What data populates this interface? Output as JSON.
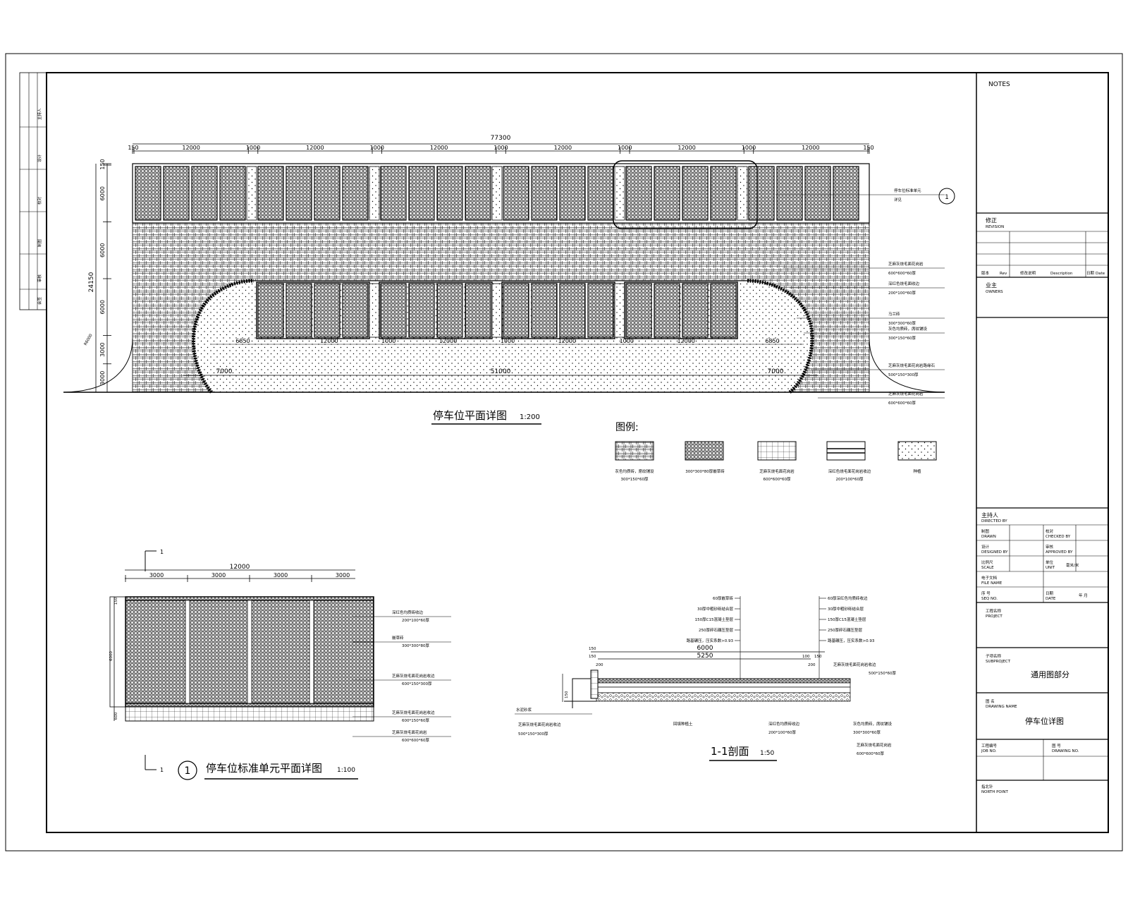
{
  "notes_label": "NOTES",
  "main_plan": {
    "title": "停车位平面详图",
    "scale": "1:200",
    "total_width": "77300",
    "top_dims": [
      "150",
      "12000",
      "1000",
      "12000",
      "1000",
      "12000",
      "1000",
      "12000",
      "1000",
      "12000",
      "1000",
      "12000",
      "150"
    ],
    "height_total": "24150",
    "height_dims": [
      "150",
      "6000",
      "6000",
      "6000",
      "3000",
      "3000"
    ],
    "bottom_dims": [
      "7000",
      "51000",
      "7000"
    ],
    "inner_dims": [
      "6850",
      "12000",
      "1000",
      "12000",
      "1000",
      "12000",
      "1000",
      "12000",
      "6850"
    ],
    "radius_label": "R6000"
  },
  "callouts": [
    {
      "main": "停车位标准单元",
      "sub": "详见",
      "ref": "1"
    },
    {
      "main": "芝麻灰烧毛面花岗岩",
      "sub": "600*600*60厚"
    },
    {
      "main": "深红色烧毛面收边",
      "sub": "200*100*60厚"
    },
    {
      "main": "马兰砖",
      "sub": "300*300*60厚"
    },
    {
      "main": "灰色均质砖，席纹铺设",
      "sub": "300*150*60厚"
    },
    {
      "main": "芝麻灰烧毛面花岗岩路缘石",
      "sub": "500*150*300厚"
    },
    {
      "main": "芝麻灰烧毛面花岗岩",
      "sub": "600*600*60厚"
    }
  ],
  "legend": {
    "title": "图例:",
    "items": [
      {
        "label": "灰色均质砖，席纹铺设",
        "sub": "300*150*60厚"
      },
      {
        "label": "300*300*80厚嵌草砖",
        "sub": ""
      },
      {
        "label": "芝麻灰烧毛面花岗岩",
        "sub": "600*600*60厚"
      },
      {
        "label": "深红色烧毛面花岗岩收边",
        "sub": "200*100*60厚"
      },
      {
        "label": "种植",
        "sub": ""
      }
    ]
  },
  "unit_detail": {
    "title": "停车位标准单元平面详图",
    "scale": "1:100",
    "circle_no": "1",
    "section_mark": "1",
    "total_width": "12000",
    "dims": [
      "3000",
      "3000",
      "3000",
      "3000"
    ],
    "height": "6000",
    "top_edge": "150",
    "bottom_edge": "600",
    "callouts": [
      {
        "main": "深红色均质砖收边",
        "sub": "200*100*60厚"
      },
      {
        "main": "嵌草砖",
        "sub": "300*300*80厚"
      },
      {
        "main": "芝麻灰烧毛面花岗岩收边",
        "sub": "600*150*300厚"
      },
      {
        "main": "芝麻灰烧毛面花岗岩收边",
        "sub": "600*150*60厚"
      },
      {
        "main": "芝麻灰烧毛面花岗岩",
        "sub": "600*600*60厚"
      }
    ]
  },
  "section": {
    "title": "1-1剖面",
    "scale": "1:50",
    "left_layers": [
      "60厚嵌草砖",
      "30厚中粗砂砾结合层",
      "150厚C15混凝土垫层",
      "250厚碎石碾压垫层",
      "路基碾压，压实系数>0.93"
    ],
    "right_layers": [
      "60厚深红色均质砖收边",
      "30厚中粗砂砾结合层",
      "150厚C15混凝土垫层",
      "250厚碎石碾压垫层",
      "路基碾压，压实系数>0.93"
    ],
    "dim_total": "6000",
    "dim_inner": "5250",
    "dims_left": [
      "150",
      "150",
      "200"
    ],
    "dims_right": [
      "100",
      "150",
      "200"
    ],
    "left_notes": [
      {
        "main": "水泥砂浆",
        "sub": ""
      },
      {
        "main": "芝麻灰烧毛面花岗岩收边",
        "sub": "500*150*300厚"
      }
    ],
    "bottom_notes": [
      {
        "main": "回填种植土",
        "sub": ""
      },
      {
        "main": "深红色均质砖收边",
        "sub": "200*100*60厚"
      },
      {
        "main": "灰色均质砖，席纹铺设",
        "sub": "300*300*60厚"
      },
      {
        "main": "芝麻灰烧毛面花岗岩",
        "sub": "600*600*60厚"
      }
    ],
    "top_right_note": {
      "main": "芝麻灰烧毛面花岗岩收边",
      "sub": "500*150*60厚"
    }
  },
  "title_block": {
    "revision_cn": "修正",
    "revision_en": "REVISION",
    "rev_headers": [
      "版本",
      "Rev",
      "修改说明",
      "Description",
      "日期",
      "Date"
    ],
    "owner_cn": "业主",
    "owner_en": "OWNERS",
    "directed_cn": "主持人",
    "directed_en": "DIRECTED BY",
    "drawn_cn": "制图",
    "drawn_en": "DRAWN",
    "checked_cn": "校对",
    "checked_en": "CHECKED BY",
    "designed_cn": "设计",
    "designed_en": "DESIGNED BY",
    "approved_cn": "审核",
    "approved_en": "APPROVED BY",
    "scale_cn": "比例尺",
    "scale_en": "SCALE",
    "unit_cn": "单位",
    "unit_en": "UNIT",
    "unit_val": "毫米/米",
    "file_cn": "电子文档",
    "file_en": "FILE NAME",
    "seq_cn": "序 号",
    "seq_en": "SEQ NO.",
    "date_cn": "日期",
    "date_en": "DATE",
    "date_val": "年  月",
    "project_cn": "工程名称",
    "project_en": "PROJECT",
    "subproject_cn": "子项名称",
    "subproject_en": "SUBPROJECT",
    "subproject_val": "通用图部分",
    "drawing_cn": "图 名",
    "drawing_en": "DRAWING NAME",
    "drawing_val": "停车位详图",
    "job_cn": "工程编号",
    "job_en": "JOB NO.",
    "drawing_no_cn": "图 号",
    "drawing_no_en": "DRAWING NO.",
    "north_cn": "指北针",
    "north_en": "NORTH POINT"
  },
  "left_strip": [
    "主持人",
    "设计",
    "校对",
    "制图",
    "审核",
    "会签"
  ]
}
